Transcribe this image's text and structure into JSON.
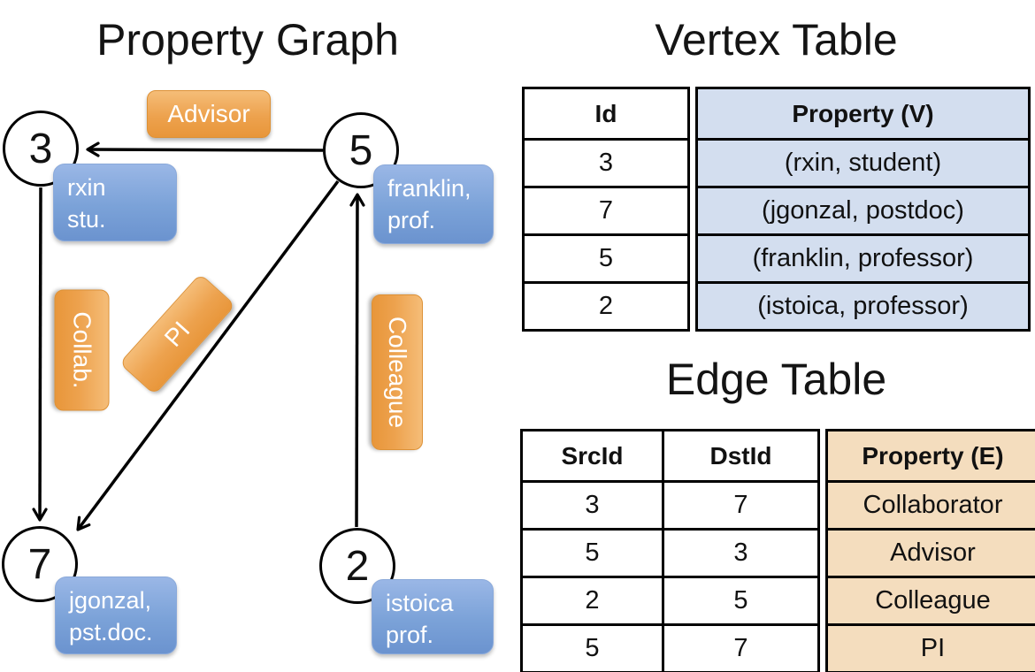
{
  "graph": {
    "title": "Property Graph",
    "nodes": [
      {
        "id": "3",
        "lines": [
          "rxin",
          "stu."
        ]
      },
      {
        "id": "5",
        "lines": [
          "franklin,",
          "prof."
        ]
      },
      {
        "id": "7",
        "lines": [
          "jgonzal,",
          "pst.doc."
        ]
      },
      {
        "id": "2",
        "lines": [
          "istoica",
          "prof."
        ]
      }
    ],
    "edge_labels": {
      "advisor": "Advisor",
      "collab": "Collab.",
      "pi": "PI",
      "colleague": "Colleague"
    },
    "edges": [
      {
        "src": "5",
        "dst": "3",
        "label": "Advisor"
      },
      {
        "src": "3",
        "dst": "7",
        "label": "Collab."
      },
      {
        "src": "5",
        "dst": "7",
        "label": "PI"
      },
      {
        "src": "2",
        "dst": "5",
        "label": "Colleague"
      }
    ]
  },
  "vertex_table": {
    "title": "Vertex Table",
    "columns": [
      "Id",
      "Property (V)"
    ],
    "rows": [
      [
        "3",
        "(rxin, student)"
      ],
      [
        "7",
        "(jgonzal, postdoc)"
      ],
      [
        "5",
        "(franklin, professor)"
      ],
      [
        "2",
        "(istoica, professor)"
      ]
    ]
  },
  "edge_table": {
    "title": "Edge Table",
    "columns": [
      "SrcId",
      "DstId",
      "Property (E)"
    ],
    "rows": [
      [
        "3",
        "7",
        "Collaborator"
      ],
      [
        "5",
        "3",
        "Advisor"
      ],
      [
        "2",
        "5",
        "Colleague"
      ],
      [
        "5",
        "7",
        "PI"
      ]
    ]
  },
  "colors": {
    "edge_line": "#000000",
    "node_fill": "#ffffff",
    "label_box_orange": "#eda24e",
    "property_box_blue": "#7ba2d8",
    "vertex_cell_bg": "#d3deef",
    "edge_cell_bg": "#f4ddbe"
  }
}
